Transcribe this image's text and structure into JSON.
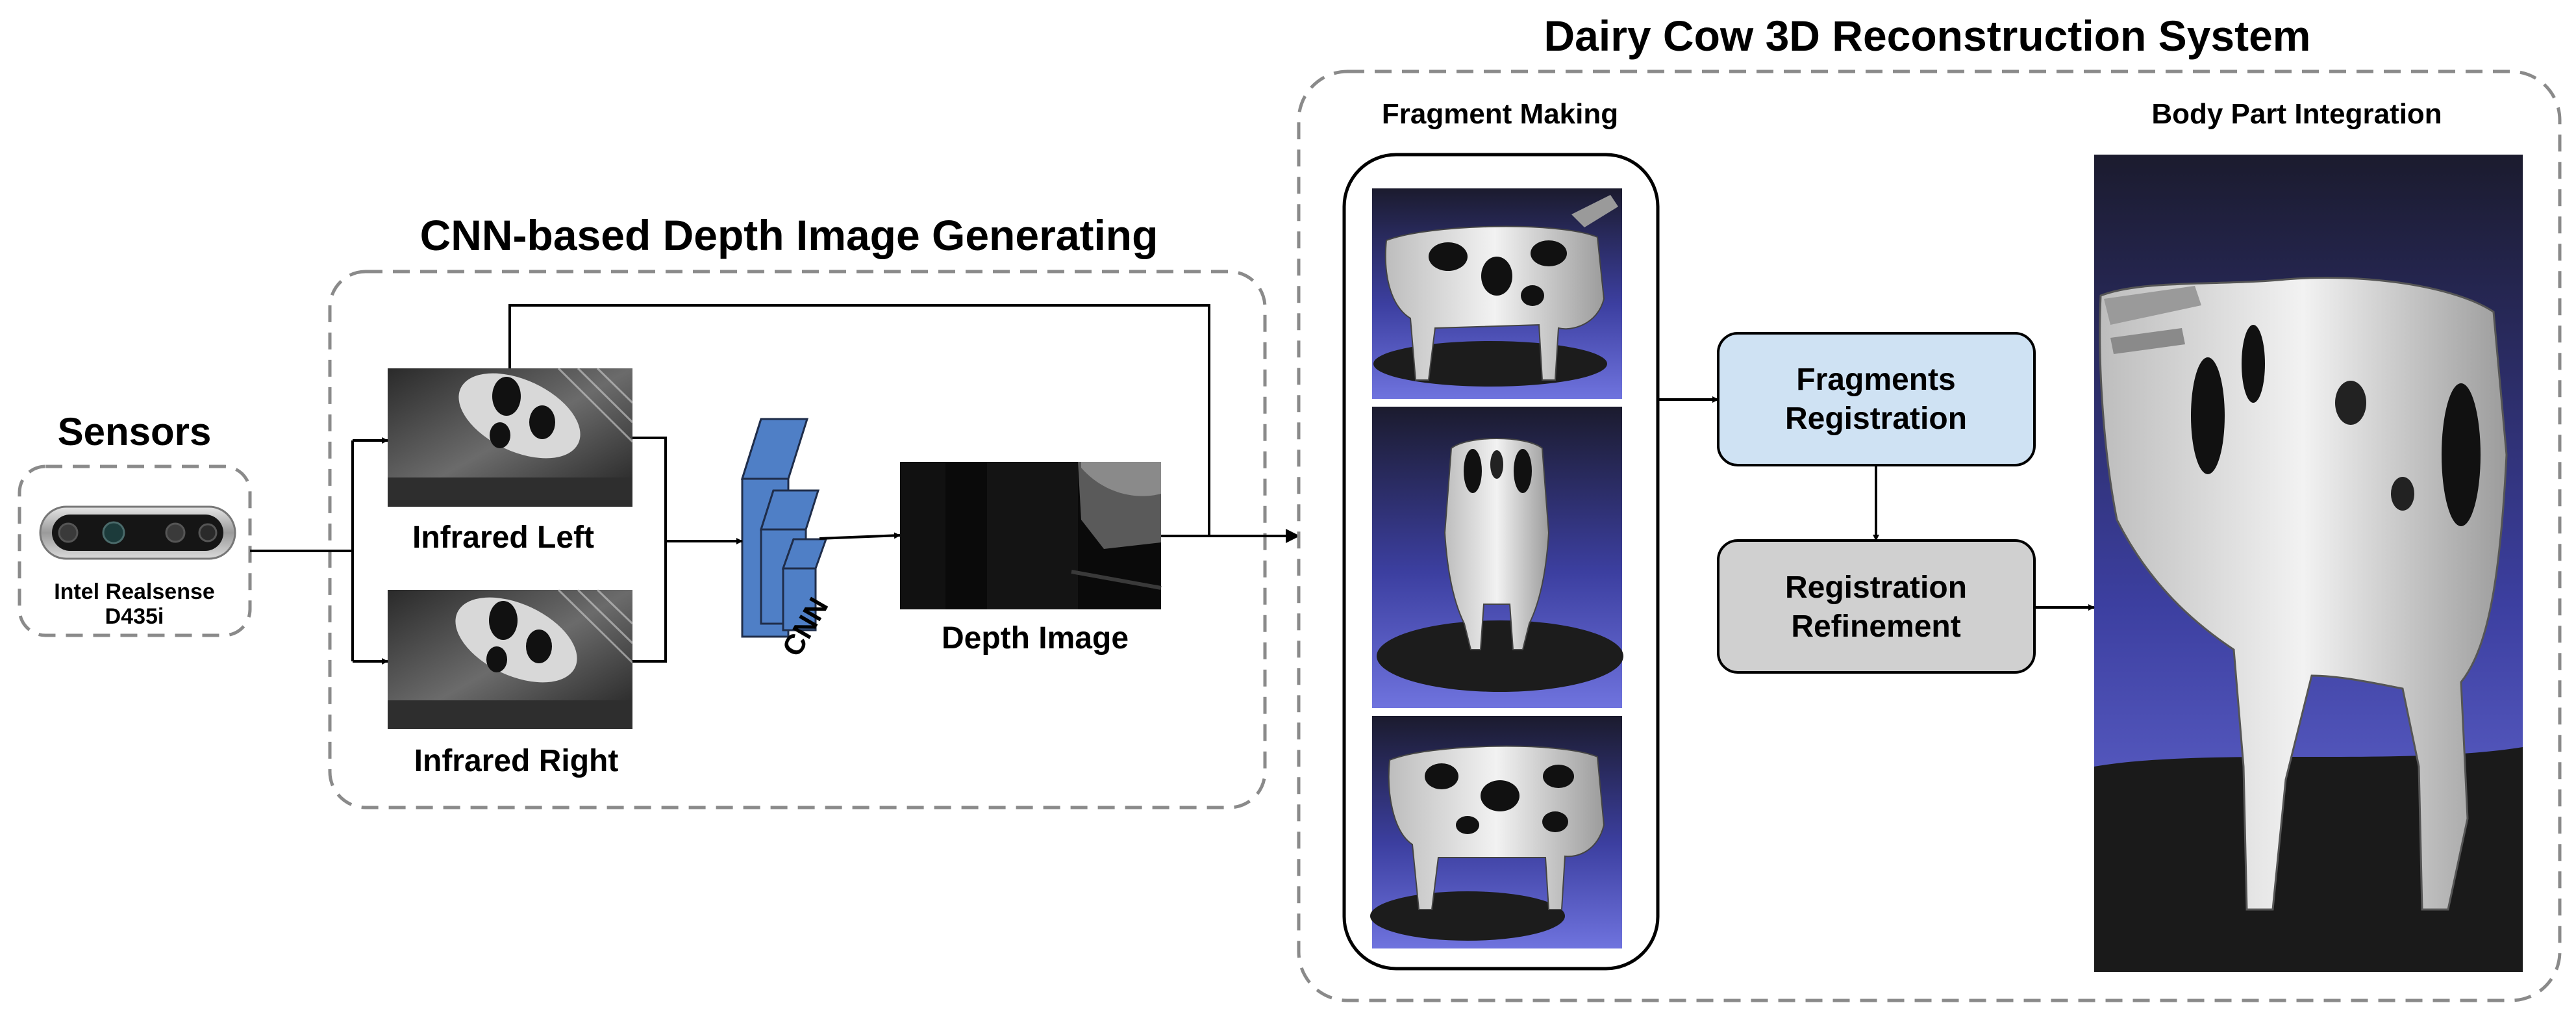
{
  "sensors": {
    "title": "Sensors",
    "device_label_line1": "Intel Realsense",
    "device_label_line2": "D435i"
  },
  "cnn_stage": {
    "title": "CNN-based Depth Image Generating",
    "infrared_left_label": "Infrared Left",
    "infrared_right_label": "Infrared Right",
    "cnn_label": "CNN",
    "depth_image_label": "Depth Image"
  },
  "reconstruction": {
    "title": "Dairy Cow 3D Reconstruction System",
    "fragment_making_title": "Fragment Making",
    "fragments_registration_line1": "Fragments",
    "fragments_registration_line2": "Registration",
    "registration_refinement_line1": "Registration",
    "registration_refinement_line2": "Refinement",
    "body_part_integration_title": "Body Part Integration"
  },
  "colors": {
    "cnn_block": "#4f7fc6",
    "fragments_registration_box": "#cfe2f3",
    "registration_refinement_box": "#d0d0d0",
    "dashed_border": "#8a8a8a",
    "render_background": "#5e63c9"
  }
}
